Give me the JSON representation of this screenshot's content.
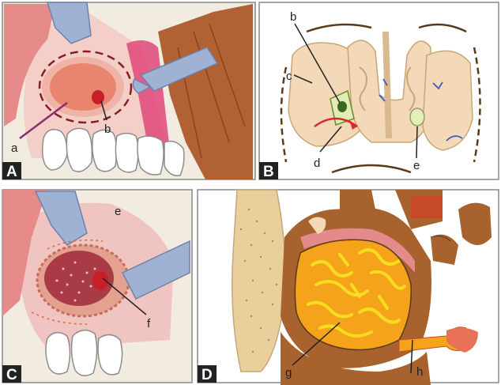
{
  "panels": [
    {
      "id": "A",
      "letter": "A"
    },
    {
      "id": "B",
      "letter": "B"
    },
    {
      "id": "C",
      "letter": "C"
    },
    {
      "id": "D",
      "letter": "D"
    }
  ],
  "labels": {
    "a": "a",
    "b_panel_a": "b",
    "b_panel_b": "b",
    "c": "c",
    "d": "d",
    "e_panel_b": "e",
    "e_panel_c": "e",
    "f": "f",
    "g": "g",
    "h": "h"
  },
  "colors": {
    "background": "#f2ebe0",
    "mucosa": "#f0c4c0",
    "gum": "#e68a8a",
    "muscle": "#b06235",
    "instrument": "#9fb2d4",
    "bone": "#e9cf9c",
    "sinus_fill": "#f3d9b8",
    "fungal_mass": "#f4a31a",
    "dark_brown": "#a7622e",
    "lesion_red": "#c81e2a"
  }
}
